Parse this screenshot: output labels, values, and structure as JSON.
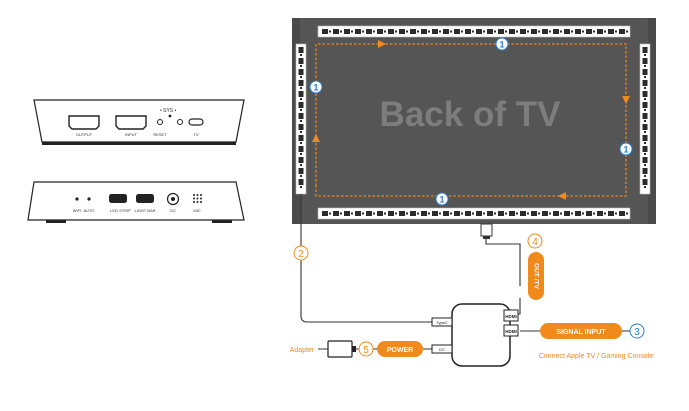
{
  "tv": {
    "title": "Back of TV"
  },
  "box_front": {
    "ports": [
      "OUTPUT",
      "INPUT",
      "RESET",
      "TV"
    ],
    "sys_label": "SYS"
  },
  "box_back": {
    "ports": [
      "WIFI",
      "AUTO",
      "LED",
      "STRIP",
      "LIGHT BAR",
      "DC",
      "MIC"
    ]
  },
  "markers": {
    "n1": "1",
    "n2": "2",
    "n3": "3",
    "n4": "4",
    "n5": "5"
  },
  "hub": {
    "hdmi_a": "HDMI",
    "hdmi_b": "HDMI",
    "typec": "TypeC",
    "dc": "DC"
  },
  "labels": {
    "out_tv": "OUT /TV",
    "signal_input": "SIGNAL INPUT",
    "power": "POWER",
    "adapter": "Adapter",
    "connect": "Connect Apple TV / Gaming Console"
  },
  "colors": {
    "accent": "#f08a1c",
    "blue": "#2a7fd4",
    "tv": "#555555",
    "strip": "#2b2b2b"
  }
}
